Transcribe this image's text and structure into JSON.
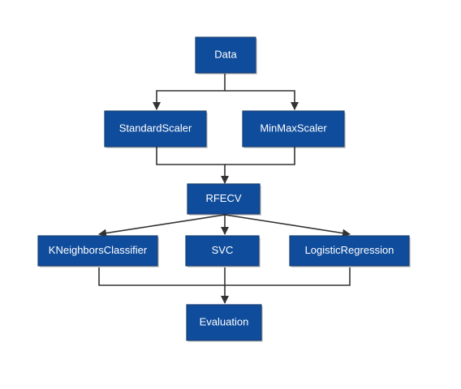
{
  "diagram": {
    "nodes": {
      "data": "Data",
      "standard_scaler": "StandardScaler",
      "minmax_scaler": "MinMaxScaler",
      "rfecv": "RFECV",
      "kneighbors": "KNeighborsClassifier",
      "svc": "SVC",
      "logistic": "LogisticRegression",
      "evaluation": "Evaluation"
    },
    "edges": [
      {
        "from": "Data",
        "to": "StandardScaler"
      },
      {
        "from": "Data",
        "to": "MinMaxScaler"
      },
      {
        "from": "StandardScaler",
        "to": "RFECV"
      },
      {
        "from": "MinMaxScaler",
        "to": "RFECV"
      },
      {
        "from": "RFECV",
        "to": "KNeighborsClassifier"
      },
      {
        "from": "RFECV",
        "to": "SVC"
      },
      {
        "from": "RFECV",
        "to": "LogisticRegression"
      },
      {
        "from": "KNeighborsClassifier",
        "to": "Evaluation"
      },
      {
        "from": "SVC",
        "to": "Evaluation"
      },
      {
        "from": "LogisticRegression",
        "to": "Evaluation"
      }
    ],
    "colors": {
      "node_fill": "#0f4c9c",
      "node_border": "#1a3f73",
      "edge": "#333333",
      "text": "#ffffff"
    }
  }
}
